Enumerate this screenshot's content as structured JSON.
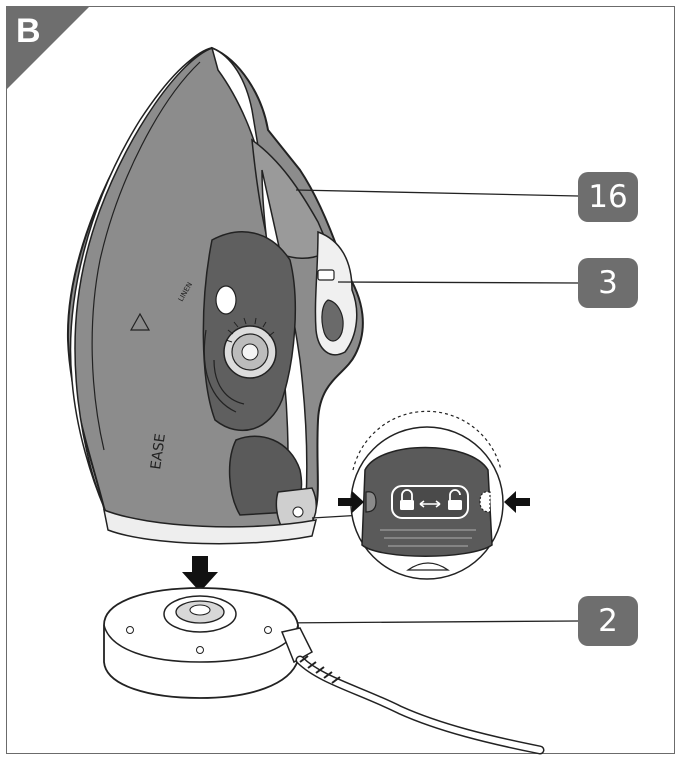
{
  "figure": {
    "panel_letter": "B"
  },
  "callouts": {
    "item_16": "16",
    "item_3": "3",
    "item_2": "2"
  },
  "iron_labels": {
    "ease": "EASE",
    "dial_mark": "LINEN"
  },
  "colors": {
    "frame": "#6b6b6b",
    "callout_fill": "#6e6e6e",
    "iron_body": "#8c8c8c",
    "iron_dark": "#5a5a5a",
    "outline": "#222222"
  },
  "icons": {
    "lock": "padlock-closed",
    "unlock": "padlock-open",
    "arrow": "double-headed-arrow"
  }
}
